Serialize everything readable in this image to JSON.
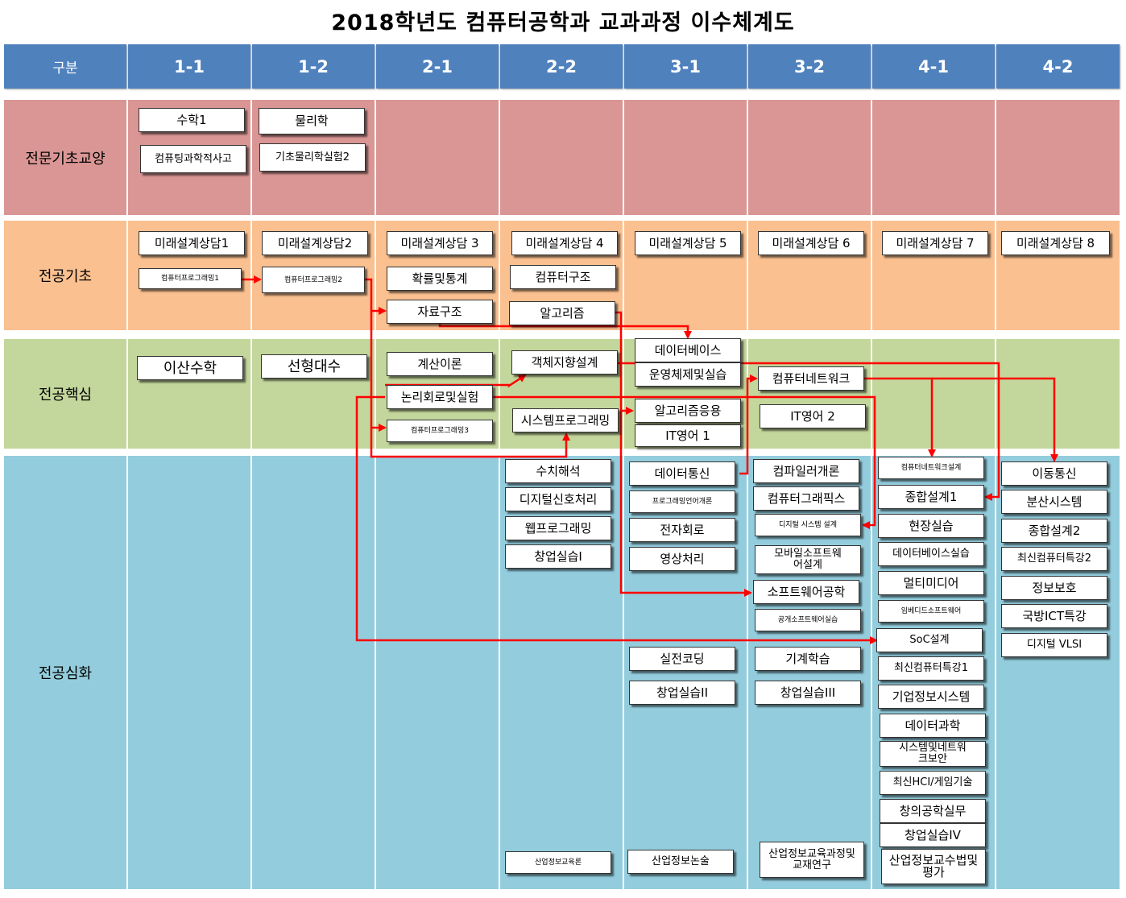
{
  "title": "2018학년도 컴퓨터공학과 교과과정 이수체계도",
  "colors": {
    "header": "#4f81bd",
    "row_foundation": "#d99694",
    "row_basic": "#fac090",
    "row_core": "#c3d69b",
    "row_advanced": "#93cddd",
    "arrow": "#ff0000"
  },
  "header": {
    "category": "구분",
    "semesters": [
      "1-1",
      "1-2",
      "2-1",
      "2-2",
      "3-1",
      "3-2",
      "4-1",
      "4-2"
    ]
  },
  "rows": {
    "foundation": {
      "label": "전문기초교양"
    },
    "basic": {
      "label": "전공기초"
    },
    "core": {
      "label": "전공핵심"
    },
    "advanced": {
      "label": "전공심화"
    }
  },
  "courses": {
    "math1": "수학1",
    "physics": "물리학",
    "computing_thinking": "컴퓨팅과학적사고",
    "physics_lab2": "기초물리학실험2",
    "design1": "미래설계상담1",
    "design2": "미래설계상담2",
    "design3": "미래설계상담 3",
    "design4": "미래설계상담 4",
    "design5": "미래설계상담 5",
    "design6": "미래설계상담 6",
    "design7": "미래설계상담 7",
    "design8": "미래설계상담 8",
    "prog1": "컴퓨터프로그래밍1",
    "prog2": "컴퓨터프로그래밍2",
    "prob_stat": "확률및통계",
    "comp_arch": "컴퓨터구조",
    "data_struct": "자료구조",
    "algorithm": "알고리즘",
    "discrete_math": "이산수학",
    "linear_algebra": "선형대수",
    "theory_comp": "계산이론",
    "oop": "객체지향설계",
    "database": "데이터베이스",
    "os_lab": "운영체제및실습",
    "networks": "컴퓨터네트워크",
    "logic_circuit": "논리회로및실험",
    "sys_prog": "시스템프로그래밍",
    "algo_app": "알고리즘응용",
    "it_english2": "IT영어 2",
    "prog3": "컴퓨터프로그래밍3",
    "it_english1": "IT영어 1",
    "numerical": "수치해석",
    "dsp": "디지털신호처리",
    "web_prog": "웹프로그래밍",
    "startup1": "창업실습I",
    "data_comm": "데이터통신",
    "pl_intro": "프로그래밍언어개론",
    "electronics": "전자회로",
    "image_proc": "영상처리",
    "compiler": "컴파일러개론",
    "graphics": "컴퓨터그래픽스",
    "digital_sys": "디지털 시스템 설계",
    "mobile_sw": "모바일소프트웨\n어설계",
    "sw_eng": "소프트웨어공학",
    "open_sw": "공개소프트웨어실습",
    "practical_coding": "실전코딩",
    "machine_learning": "기계학습",
    "startup2": "창업실습II",
    "startup3": "창업실습III",
    "net_design": "컴퓨터네트워크설계",
    "capstone1": "종합설계1",
    "field_practice": "현장실습",
    "db_lab": "데이터베이스실습",
    "multimedia": "멀티미디어",
    "embedded_sw": "임베디드소프트웨어",
    "soc_design": "SoC설계",
    "special_topics1": "최신컴퓨터특강1",
    "enterprise_is": "기업정보시스템",
    "data_science": "데이터과학",
    "sys_net_security": "시스템및네트워\n크보안",
    "hci_game": "최신HCI/게임기술",
    "creative_eng": "창의공학실무",
    "startup4": "창업실습IV",
    "mobile_comm": "이동통신",
    "distributed": "분산시스템",
    "capstone2": "종합설계2",
    "special_topics2": "최신컴퓨터특강2",
    "info_security": "정보보호",
    "defense_ict": "국방ICT특강",
    "digital_vlsi": "디지털 VLSI",
    "ind_ed_intro": "산업정보교육론",
    "ind_ed_logic": "산업정보논술",
    "ind_ed_curriculum": "산업정보교육과정및\n교재연구",
    "ind_ed_methods": "산업정보교수법및\n평가"
  }
}
